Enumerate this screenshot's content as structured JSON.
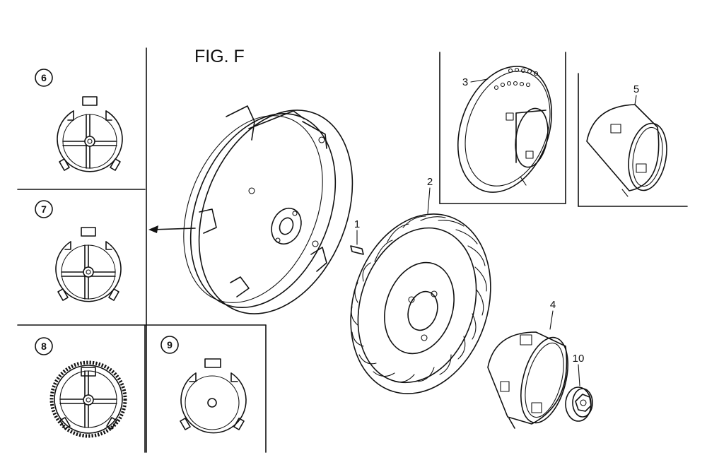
{
  "figure": {
    "title": "FIG. F"
  },
  "callouts": {
    "c1": "1",
    "c2": "2",
    "c3": "3",
    "c4": "4",
    "c5": "5",
    "c10": "10"
  },
  "variants": {
    "v6": "6",
    "v7": "7",
    "v8": "8",
    "v9": "9"
  },
  "colors": {
    "ink": "#111111",
    "paper": "#ffffff"
  }
}
